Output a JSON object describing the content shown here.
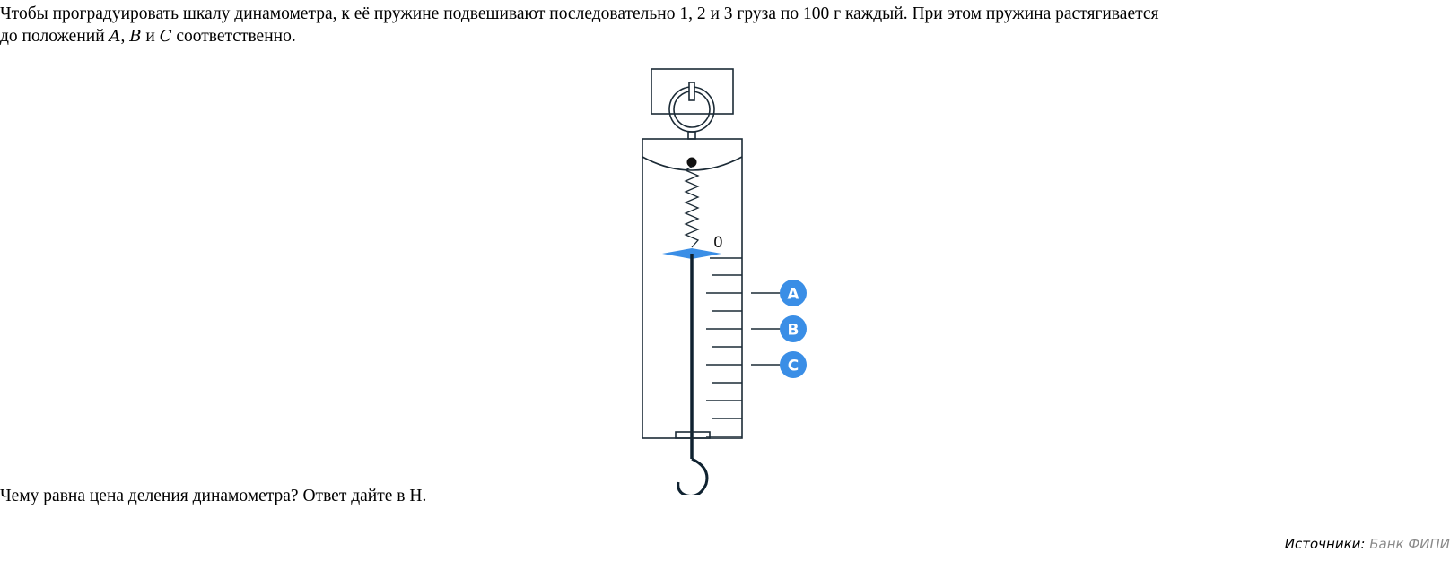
{
  "problem": {
    "line1": "Чтобы проградуировать шкалу динамометра, к её пружине подвешивают последовательно 1, 2 и 3 груза по 100 г каждый. При этом пружина растягивается",
    "line2_prefix": "до положений ",
    "var_a": "A",
    "sep1": ", ",
    "var_b": "B",
    "and_word": " и ",
    "var_c": "C",
    "line2_suffix": " соответственно.",
    "question": "Чему равна цена деления динамометра? Ответ дайте в Н."
  },
  "figure": {
    "zero_label": "0",
    "markers": [
      {
        "label": "A",
        "division": 2
      },
      {
        "label": "B",
        "division": 4
      },
      {
        "label": "C",
        "division": 6
      }
    ],
    "tick_count": 11,
    "colors": {
      "outline": "#1c2b36",
      "accent": "#3a8ee6",
      "marker_text": "#ffffff"
    }
  },
  "source": {
    "label": "Источники:",
    "value": " Банк ФИПИ"
  }
}
